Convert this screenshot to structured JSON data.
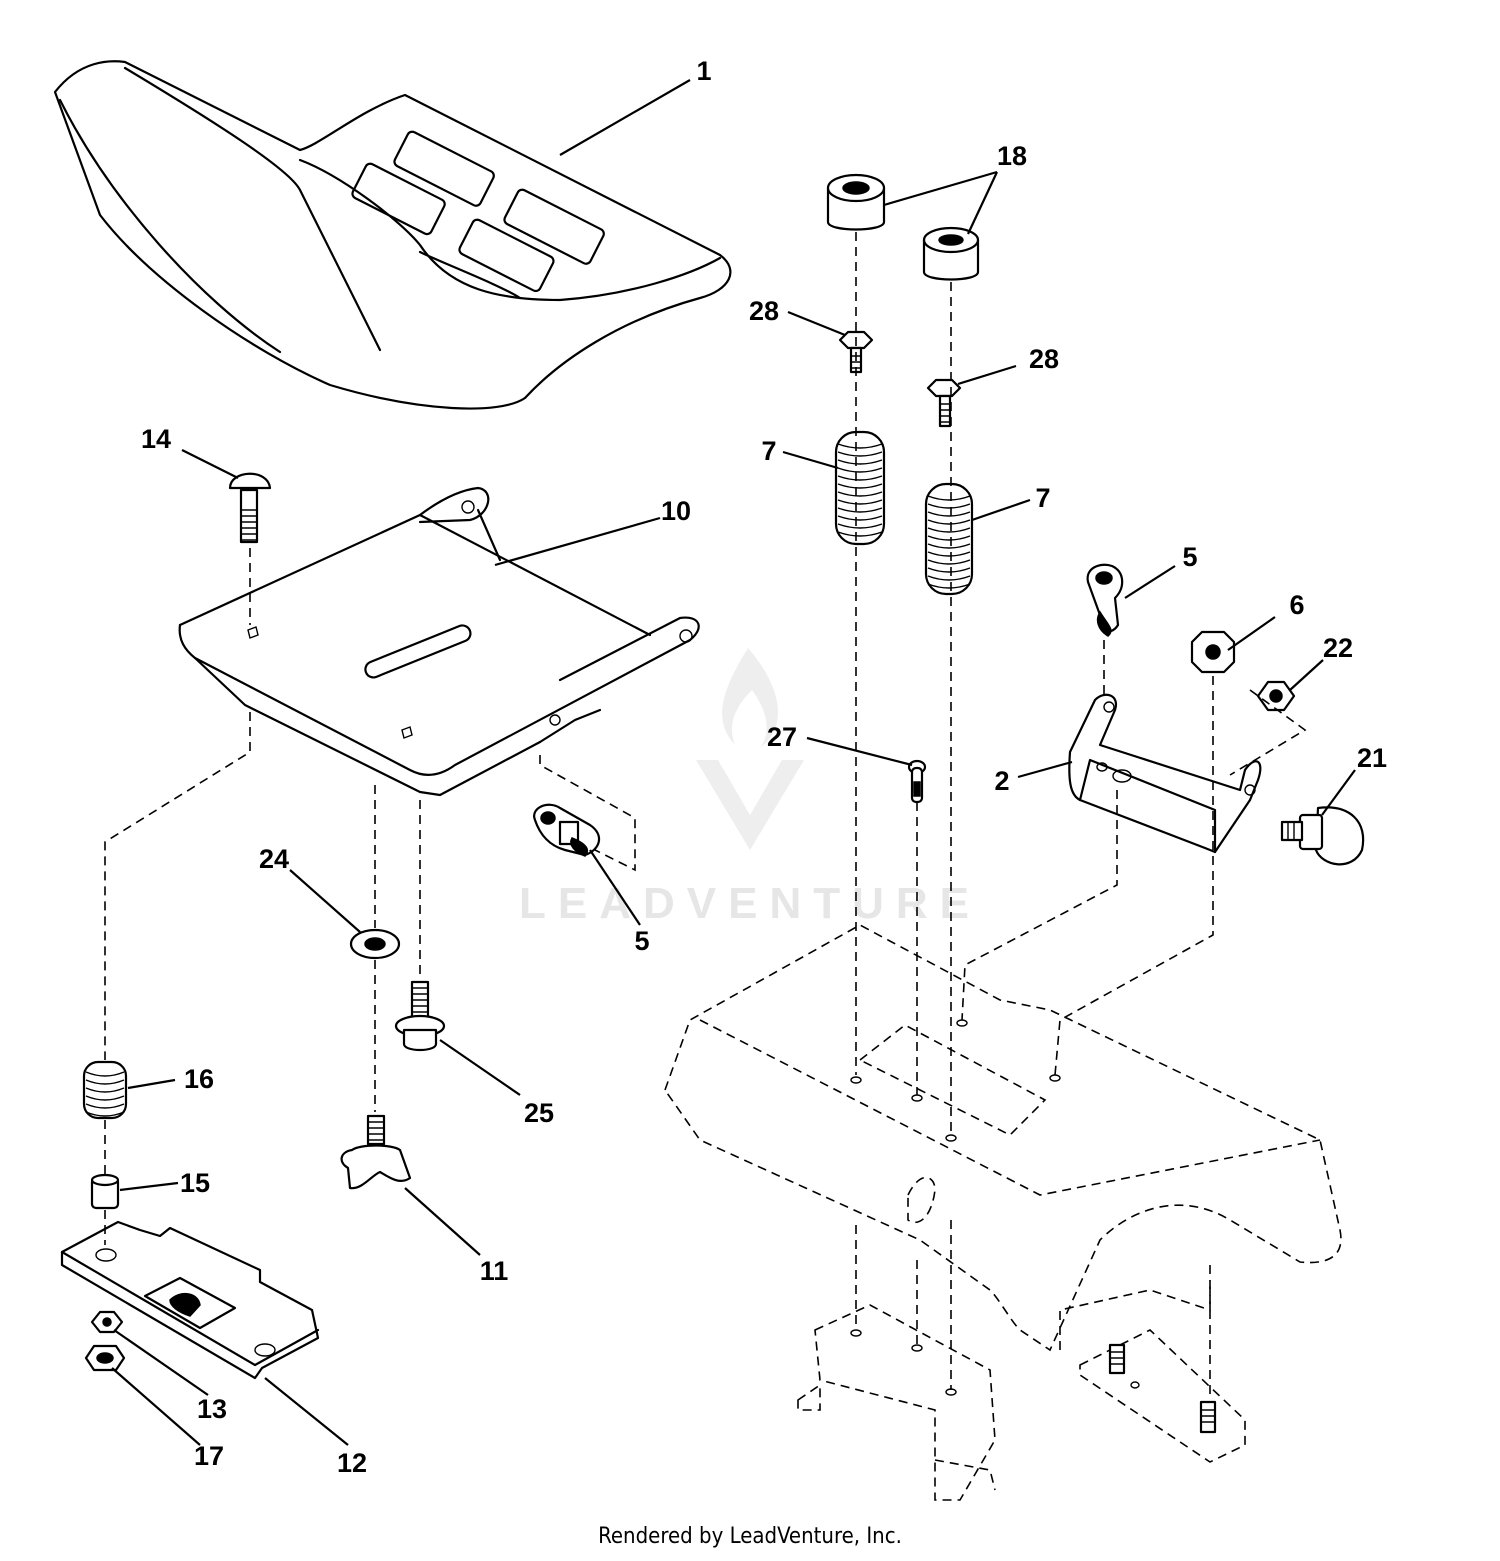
{
  "callouts": {
    "c1": "1",
    "c2": "2",
    "c5a": "5",
    "c5b": "5",
    "c6": "6",
    "c7a": "7",
    "c7b": "7",
    "c10": "10",
    "c11": "11",
    "c12": "12",
    "c13": "13",
    "c14": "14",
    "c15": "15",
    "c16": "16",
    "c17": "17",
    "c18": "18",
    "c21": "21",
    "c22": "22",
    "c24": "24",
    "c25": "25",
    "c27": "27",
    "c28a": "28",
    "c28b": "28"
  },
  "watermark": {
    "text": "LEADVENTURE"
  },
  "footer": {
    "text": "Rendered by LeadVenture, Inc."
  }
}
